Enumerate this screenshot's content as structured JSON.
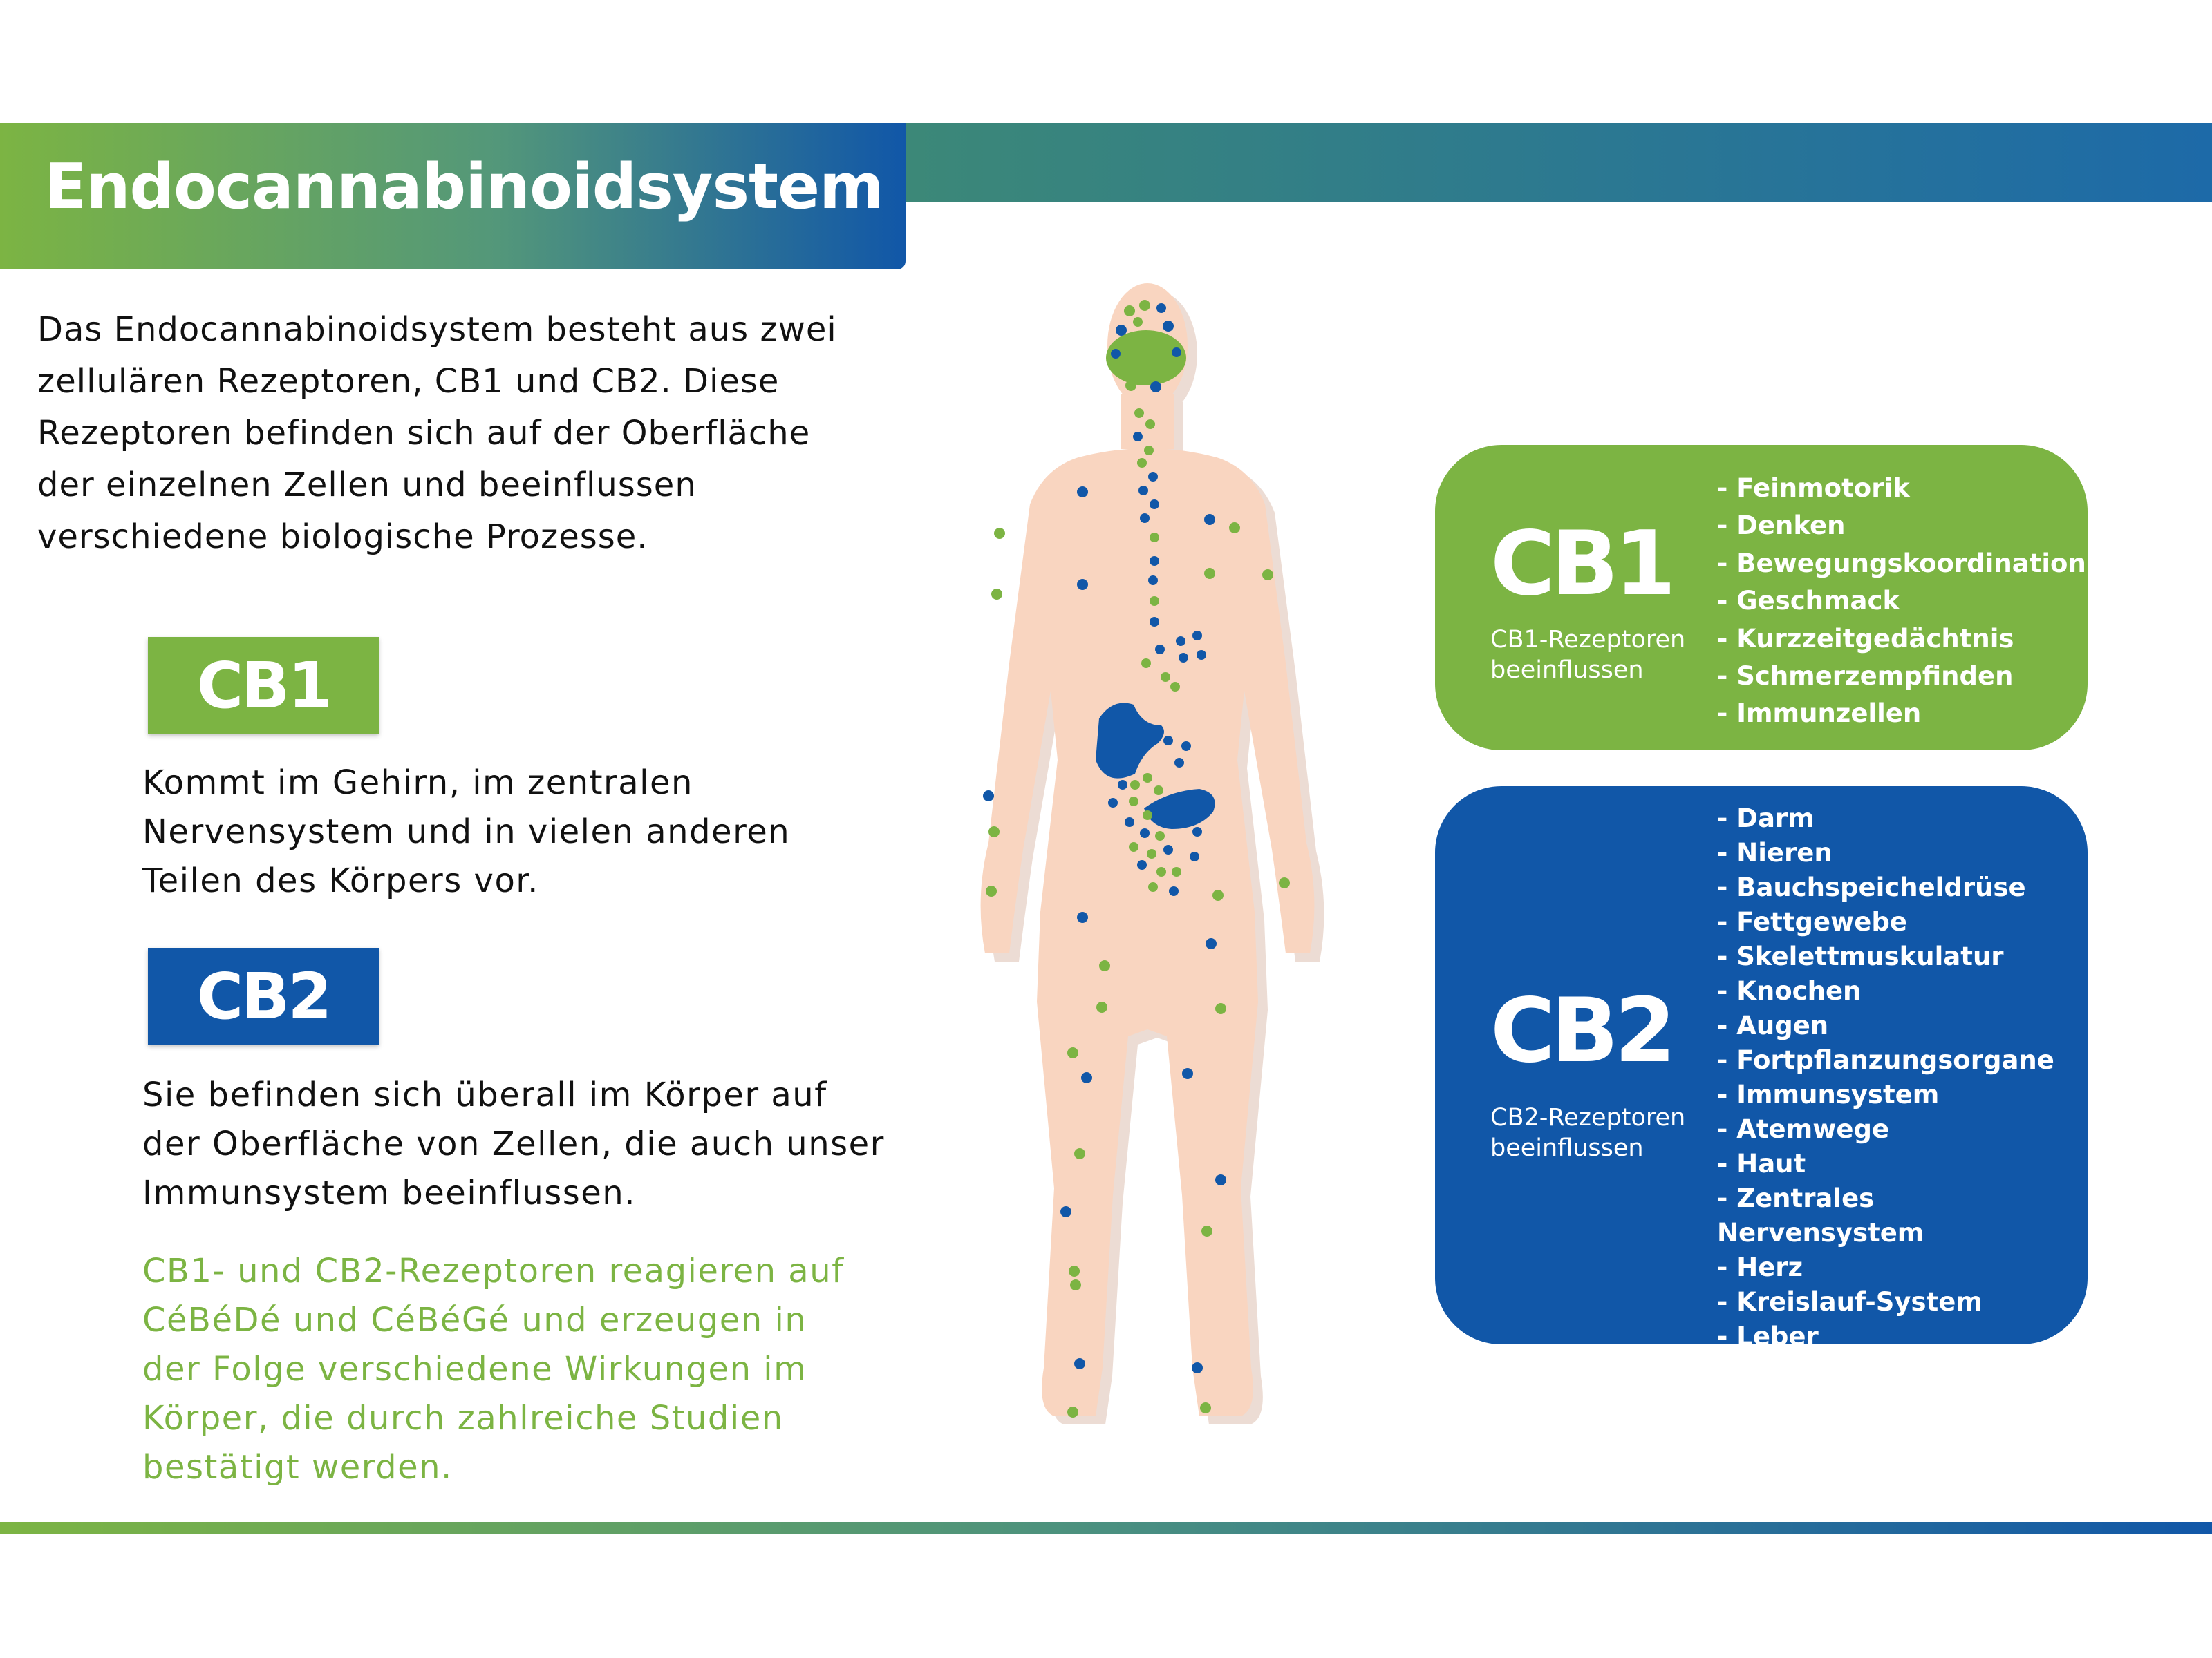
{
  "title": "Endocannabinoidsystem",
  "intro": [
    "Das Endocannabinoidsystem besteht aus zwei",
    "zellulären Rezeptoren, CB1 und CB2. Diese",
    "Rezeptoren befinden sich auf der Oberfläche",
    "der einzelnen Zellen und beeinflussen",
    "verschiedene biologische Prozesse."
  ],
  "cb1": {
    "label": "CB1",
    "description": [
      "Kommt im Gehirn, im zentralen",
      "Nervensystem und in vielen anderen",
      "Teilen des Körpers vor."
    ],
    "panel_title": "CB1",
    "panel_subtitle": [
      "CB1-Rezeptoren",
      "beeinflussen"
    ],
    "effects": [
      "- Feinmotorik",
      "- Denken",
      "- Bewegungskoordination",
      "- Geschmack",
      "- Kurzzeitgedächtnis",
      "- Schmerzempfinden",
      "- Immunzellen"
    ]
  },
  "cb2": {
    "label": "CB2",
    "description": [
      "Sie befinden sich überall im Körper auf",
      "der Oberfläche von Zellen, die auch unser",
      "Immunsystem beeinflussen."
    ],
    "panel_title": "CB2",
    "panel_subtitle": [
      "CB2-Rezeptoren",
      "beeinflussen"
    ],
    "effects": [
      "- Darm",
      "- Nieren",
      "- Bauchspeicheldrüse",
      "- Fettgewebe",
      "- Skelettmuskulatur",
      "- Knochen",
      "- Augen",
      "- Fortpflanzungsorgane",
      "- Immunsystem",
      "- Atemwege",
      "- Haut",
      "- Zentrales Nervensystem",
      "- Herz",
      "- Kreislauf-System",
      "- Leber"
    ]
  },
  "conclusion": [
    "CB1- und CB2-Rezeptoren reagieren auf",
    "CéBéDé und CéBéGé und erzeugen in",
    "der Folge verschiedene Wirkungen im",
    "Körper, die durch zahlreiche Studien",
    "bestätigt werden."
  ],
  "colors": {
    "green": "#7cb443",
    "blue": "#1157a8",
    "skin": "#f9d5c0"
  }
}
